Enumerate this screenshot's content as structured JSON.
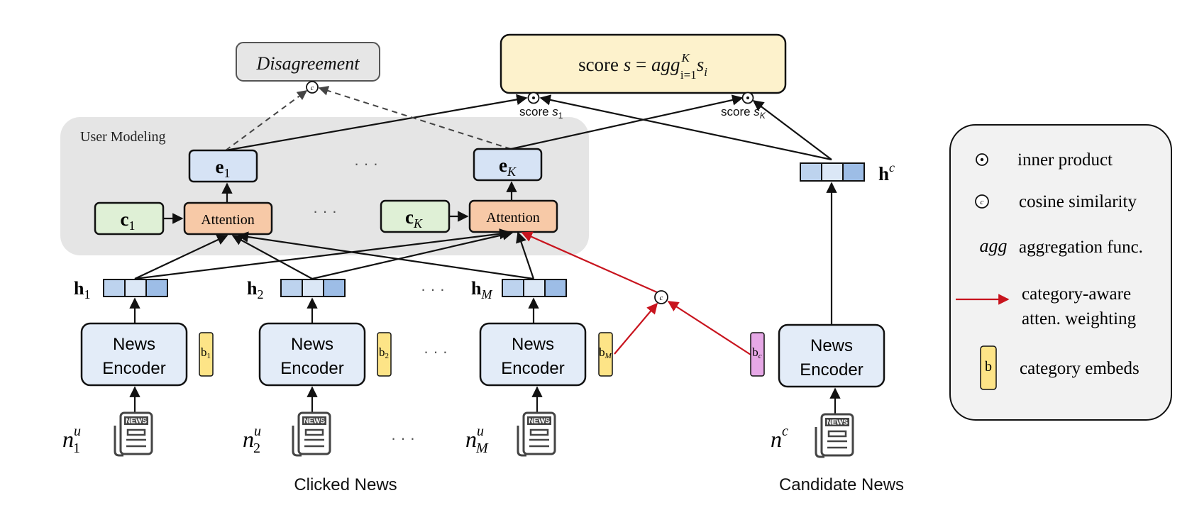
{
  "disagreement": {
    "label": "Disagreement"
  },
  "score_box": {
    "prefix": "score ",
    "s": "s",
    "eq": " = ",
    "agg": "agg",
    "sup": "K",
    "sub": "i=1",
    "si": "s",
    "si_sub": "i"
  },
  "scores": [
    {
      "label": "score ",
      "var": "s",
      "sub": "1"
    },
    {
      "label": "score ",
      "var": "s",
      "sub": "K"
    }
  ],
  "user_modeling": {
    "label": "User Modeling"
  },
  "e_nodes": [
    {
      "var": "e",
      "sub": "1"
    },
    {
      "var": "e",
      "sub": "K"
    }
  ],
  "c_nodes": [
    {
      "var": "c",
      "sub": "1"
    },
    {
      "var": "c",
      "sub": "K"
    }
  ],
  "attention_label": "Attention",
  "ellipsis": "· · ·",
  "h_vectors": [
    {
      "var": "h",
      "sub": "1"
    },
    {
      "var": "h",
      "sub": "2"
    },
    {
      "var": "h",
      "sub": "M"
    }
  ],
  "hc": {
    "var": "h",
    "sup": "c"
  },
  "encoder": {
    "line1": "News",
    "line2": "Encoder"
  },
  "cat_embeds": [
    {
      "var": "b",
      "sub": "1"
    },
    {
      "var": "b",
      "sub": "2"
    },
    {
      "var": "b",
      "sub": "M"
    },
    {
      "var": "b",
      "sub": "c"
    }
  ],
  "news_inputs": [
    {
      "var": "n",
      "sub": "1",
      "sup": "u"
    },
    {
      "var": "n",
      "sub": "2",
      "sup": "u"
    },
    {
      "var": "n",
      "sub": "M",
      "sup": "u"
    },
    {
      "var": "n",
      "sup": "c"
    }
  ],
  "newspaper_tag": "NEWS",
  "groups": {
    "clicked": "Clicked News",
    "candidate": "Candidate News"
  },
  "legend": [
    {
      "symbol": "⊙",
      "text": "inner product"
    },
    {
      "symbol": "c",
      "text": "cosine similarity"
    },
    {
      "symbol": "agg",
      "text": "aggregation func."
    },
    {
      "symbol": "arrow",
      "text1": "category-aware",
      "text2": "atten. weighting"
    },
    {
      "symbol": "b",
      "text": "category embeds"
    }
  ],
  "colors": {
    "score_fill": "#fdf2cc",
    "disagree_fill": "#e6e6e6",
    "panel_fill": "#e5e5e5",
    "e_fill": "#d6e3f5",
    "c_fill": "#dff0d6",
    "attention_fill": "#f7c9a7",
    "encoder_fill": "#e3ecf8",
    "vec_light": "#bdd3ee",
    "vec_mid": "#dbe7f6",
    "vec_dark": "#9dbde6",
    "cat_yellow": "#fde487",
    "cat_pink": "#e6a8e6",
    "red_arrow": "#c8141e",
    "legend_fill": "#f2f2f2"
  }
}
